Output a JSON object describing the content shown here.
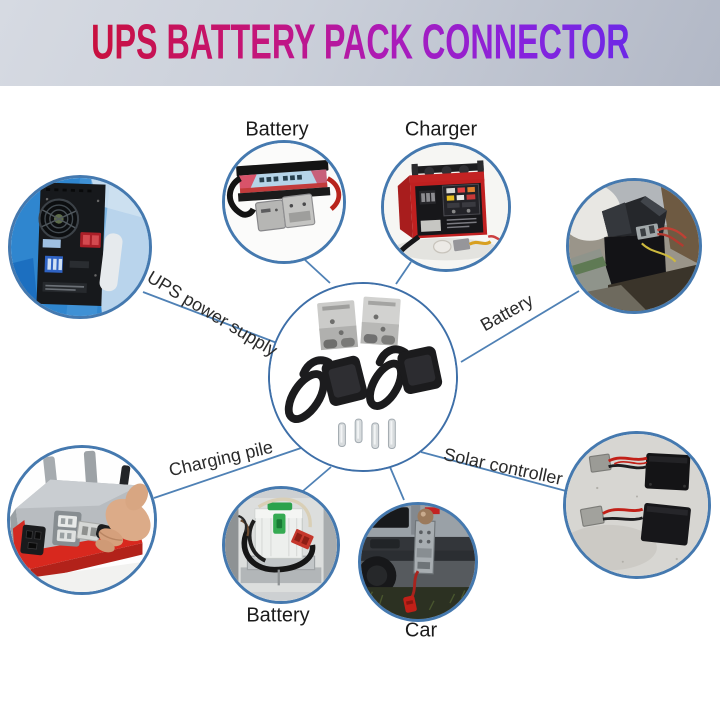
{
  "header": {
    "title": "UPS BATTERY PACK CONNECTOR",
    "background": "#c7ccd7",
    "title_gradient": [
      "#c8103e",
      "#c4157c",
      "#8922dc",
      "#6d28e6"
    ]
  },
  "diagram": {
    "accent_color": "#4579af",
    "center": {
      "photo": "connector-kit-photo"
    },
    "spokes": [
      {
        "id": "ups-power-supply",
        "label": "UPS power supply",
        "photo": "ups-rear-panel-photo"
      },
      {
        "id": "battery-top",
        "label": "Battery",
        "photo": "battery-pack-photo"
      },
      {
        "id": "charger",
        "label": "Charger",
        "photo": "battery-charger-photo"
      },
      {
        "id": "battery-right",
        "label": "Battery",
        "photo": "vehicle-battery-photo"
      },
      {
        "id": "solar-controller",
        "label": "Solar controller",
        "photo": "solar-controller-photo"
      },
      {
        "id": "car",
        "label": "Car",
        "photo": "car-rear-hitch-photo"
      },
      {
        "id": "battery-bottom",
        "label": "Battery",
        "photo": "battery-compartment-photo"
      },
      {
        "id": "charging-pile",
        "label": "Charging pile",
        "photo": "charging-pile-photo"
      }
    ]
  }
}
